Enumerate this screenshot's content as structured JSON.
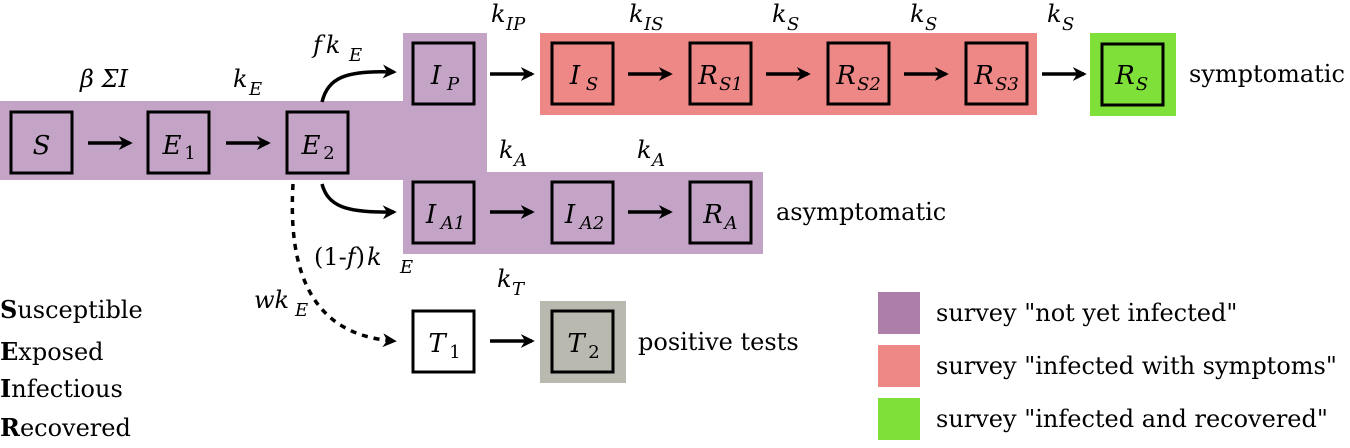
{
  "colors": {
    "not_yet_infected": "#c3a4c6",
    "symptoms": "#ee8886",
    "recovered": "#7fe03a",
    "test_positive": "#b9b9b0",
    "legend_purple": "#ad7fa8"
  },
  "nodes": {
    "S": {
      "main": "S",
      "sub": ""
    },
    "E1": {
      "main": "E",
      "sub": "1"
    },
    "E2": {
      "main": "E",
      "sub": "2"
    },
    "IP": {
      "main": "I",
      "sub": "P"
    },
    "IS": {
      "main": "I",
      "sub": "S"
    },
    "RS1": {
      "main": "R",
      "sub": "S1"
    },
    "RS2": {
      "main": "R",
      "sub": "S2"
    },
    "RS3": {
      "main": "R",
      "sub": "S3"
    },
    "RS": {
      "main": "R",
      "sub": "S"
    },
    "IA1": {
      "main": "I",
      "sub": "A1"
    },
    "IA2": {
      "main": "I",
      "sub": "A2"
    },
    "RA": {
      "main": "R",
      "sub": "A"
    },
    "T1": {
      "main": "T",
      "sub": "1"
    },
    "T2": {
      "main": "T",
      "sub": "2"
    }
  },
  "rates": {
    "beta_main": "β ΣI",
    "kE_main": "k",
    "kE_sub": "E",
    "fkE_f": "f",
    "fkE_k": "k",
    "fkE_sub": "E",
    "kIP_main": "k",
    "kIP_sub": "IP",
    "kIS_main": "k",
    "kIS_sub": "IS",
    "kS1_main": "k",
    "kS1_sub": "S",
    "kS2_main": "k",
    "kS2_sub": "S",
    "kS3_main": "k",
    "kS3_sub": "S",
    "kA1_main": "k",
    "kA1_sub": "A",
    "kA2_main": "k",
    "kA2_sub": "A",
    "oneminus_prefix": "(1-",
    "oneminus_f": "f",
    "oneminus_suffix": ")",
    "oneminus_k": "k",
    "oneminus_sub": "E",
    "wkE_w": "w",
    "wkE_k": "k",
    "wkE_sub": "E",
    "kT_main": "k",
    "kT_sub": "T"
  },
  "labels": {
    "symptomatic": "symptomatic",
    "asymptomatic": "asymptomatic",
    "positive_tests": "positive tests"
  },
  "glossary": [
    {
      "initial": "S",
      "rest": "usceptible"
    },
    {
      "initial": "E",
      "rest": "xposed"
    },
    {
      "initial": "I",
      "rest": "nfectious"
    },
    {
      "initial": "R",
      "rest": "ecovered"
    }
  ],
  "legend": [
    {
      "label": "survey \"not yet infected\""
    },
    {
      "label": "survey \"infected with symptoms\""
    },
    {
      "label": "survey \"infected and recovered\""
    }
  ]
}
